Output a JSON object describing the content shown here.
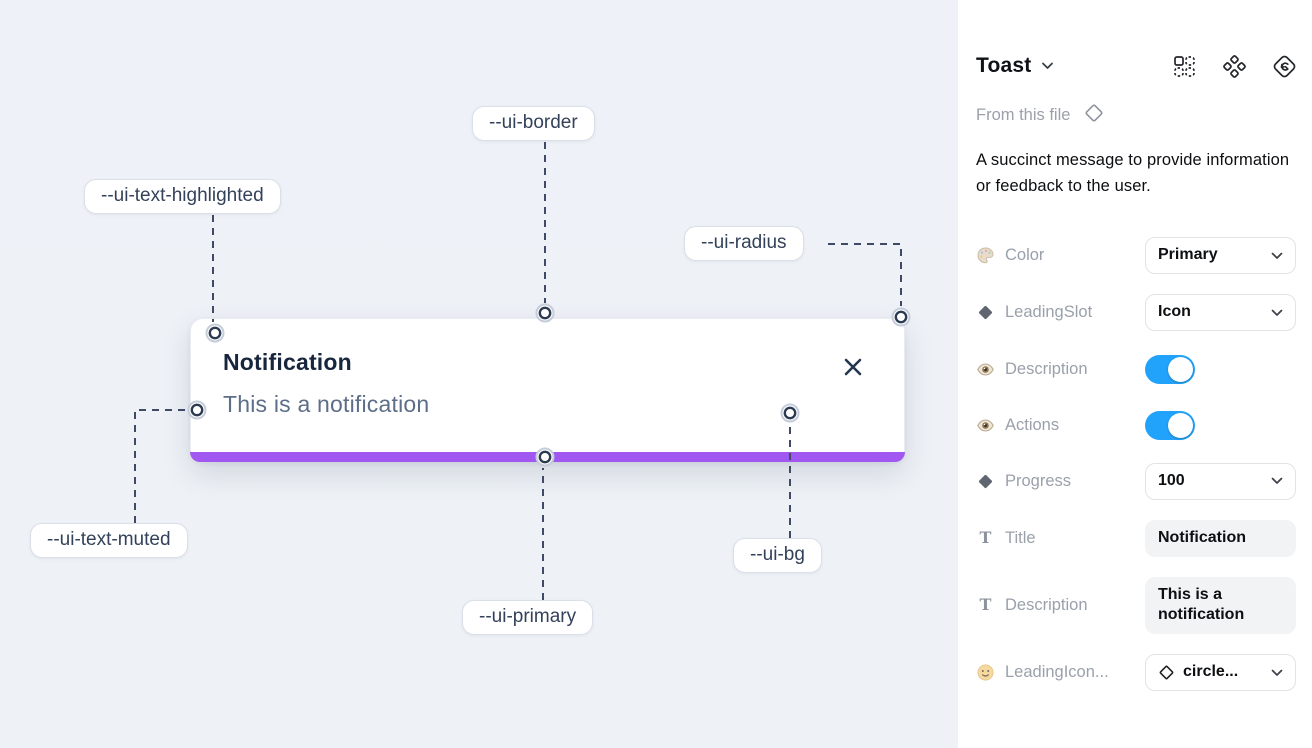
{
  "canvas": {
    "toast": {
      "title": "Notification",
      "description": "This is a notification"
    },
    "annotations": [
      {
        "id": "ui-text-highlighted",
        "text": "--ui-text-highlighted"
      },
      {
        "id": "ui-border",
        "text": "--ui-border"
      },
      {
        "id": "ui-radius",
        "text": "--ui-radius"
      },
      {
        "id": "ui-text-muted",
        "text": "--ui-text-muted"
      },
      {
        "id": "ui-primary",
        "text": "--ui-primary"
      },
      {
        "id": "ui-bg",
        "text": "--ui-bg"
      }
    ]
  },
  "panel": {
    "title": "Toast",
    "source_label": "From this file",
    "description": "A succinct message to provide information or feedback to the user.",
    "header_icons": [
      "instance-grid-icon",
      "variants-icon",
      "revert-icon"
    ],
    "properties": [
      {
        "icon": "palette-icon",
        "label": "Color",
        "control": "select",
        "value": "Primary"
      },
      {
        "icon": "diamond-icon",
        "label": "LeadingSlot",
        "control": "select",
        "value": "Icon"
      },
      {
        "icon": "eye-icon",
        "label": "Description",
        "control": "toggle",
        "value": true
      },
      {
        "icon": "eye-icon",
        "label": "Actions",
        "control": "toggle",
        "value": true
      },
      {
        "icon": "diamond-icon",
        "label": "Progress",
        "control": "select",
        "value": "100"
      },
      {
        "icon": "text-icon",
        "label": "Title",
        "control": "text",
        "value": "Notification"
      },
      {
        "icon": "text-icon",
        "label": "Description",
        "control": "text",
        "value": "This is a notification"
      },
      {
        "icon": "smiley-icon",
        "label": "LeadingIcon...",
        "control": "select-icon",
        "value": "circle..."
      }
    ]
  },
  "colors": {
    "primary": "#a158f0",
    "toggle_on": "#22a3fb",
    "canvas_bg": "#eef1f6",
    "title_text": "#17263c",
    "muted_text": "#5d6e88",
    "connector": "#3e4a66"
  }
}
